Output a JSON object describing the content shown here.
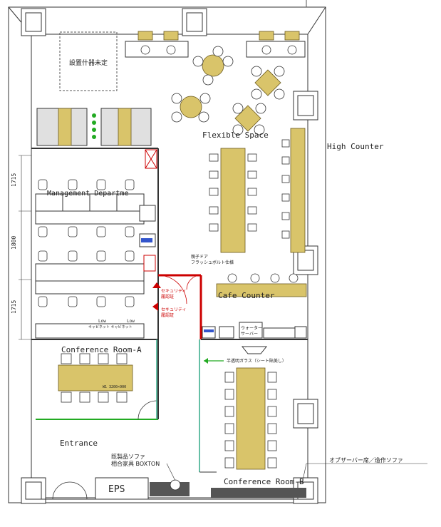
{
  "labels": {
    "undecided_fixture": "設置什器未定",
    "flexible_space": "Flexible Space",
    "high_counter": "High Counter",
    "management_department": "Management Departme",
    "cafe_counter": "Cafe Counter",
    "conference_room_a": "Conference Room-A",
    "conference_room_b": "Conference Room-B",
    "entrance": "Entrance",
    "eps": "EPS",
    "existing_sofa_line1": "既製品ソファ",
    "existing_sofa_line2": "相合家具 BOXTON",
    "observer_seat": "オブザーバー席／造作ソファ",
    "water_server_line1": "ウォーター",
    "water_server_line2": "サーバー",
    "glass_door_line1": "親子ドア",
    "glass_door_line2": "フラッシュボルト仕様",
    "semi_transparent_glass": "半透明ガラス（シート貼美し）",
    "security_1_line1": "セキュリティ",
    "security_1_line2": "履認証",
    "security_2_line1": "セキュリティ",
    "security_2_line2": "履認証",
    "table_size": "W1 3200×900",
    "low_cabinet": "Low",
    "low_cabinet2": "Low",
    "cabinet_caption": "キャビネット キャビネット"
  },
  "dimensions": {
    "d1": "1715",
    "d2": "1800",
    "d3": "1715"
  }
}
